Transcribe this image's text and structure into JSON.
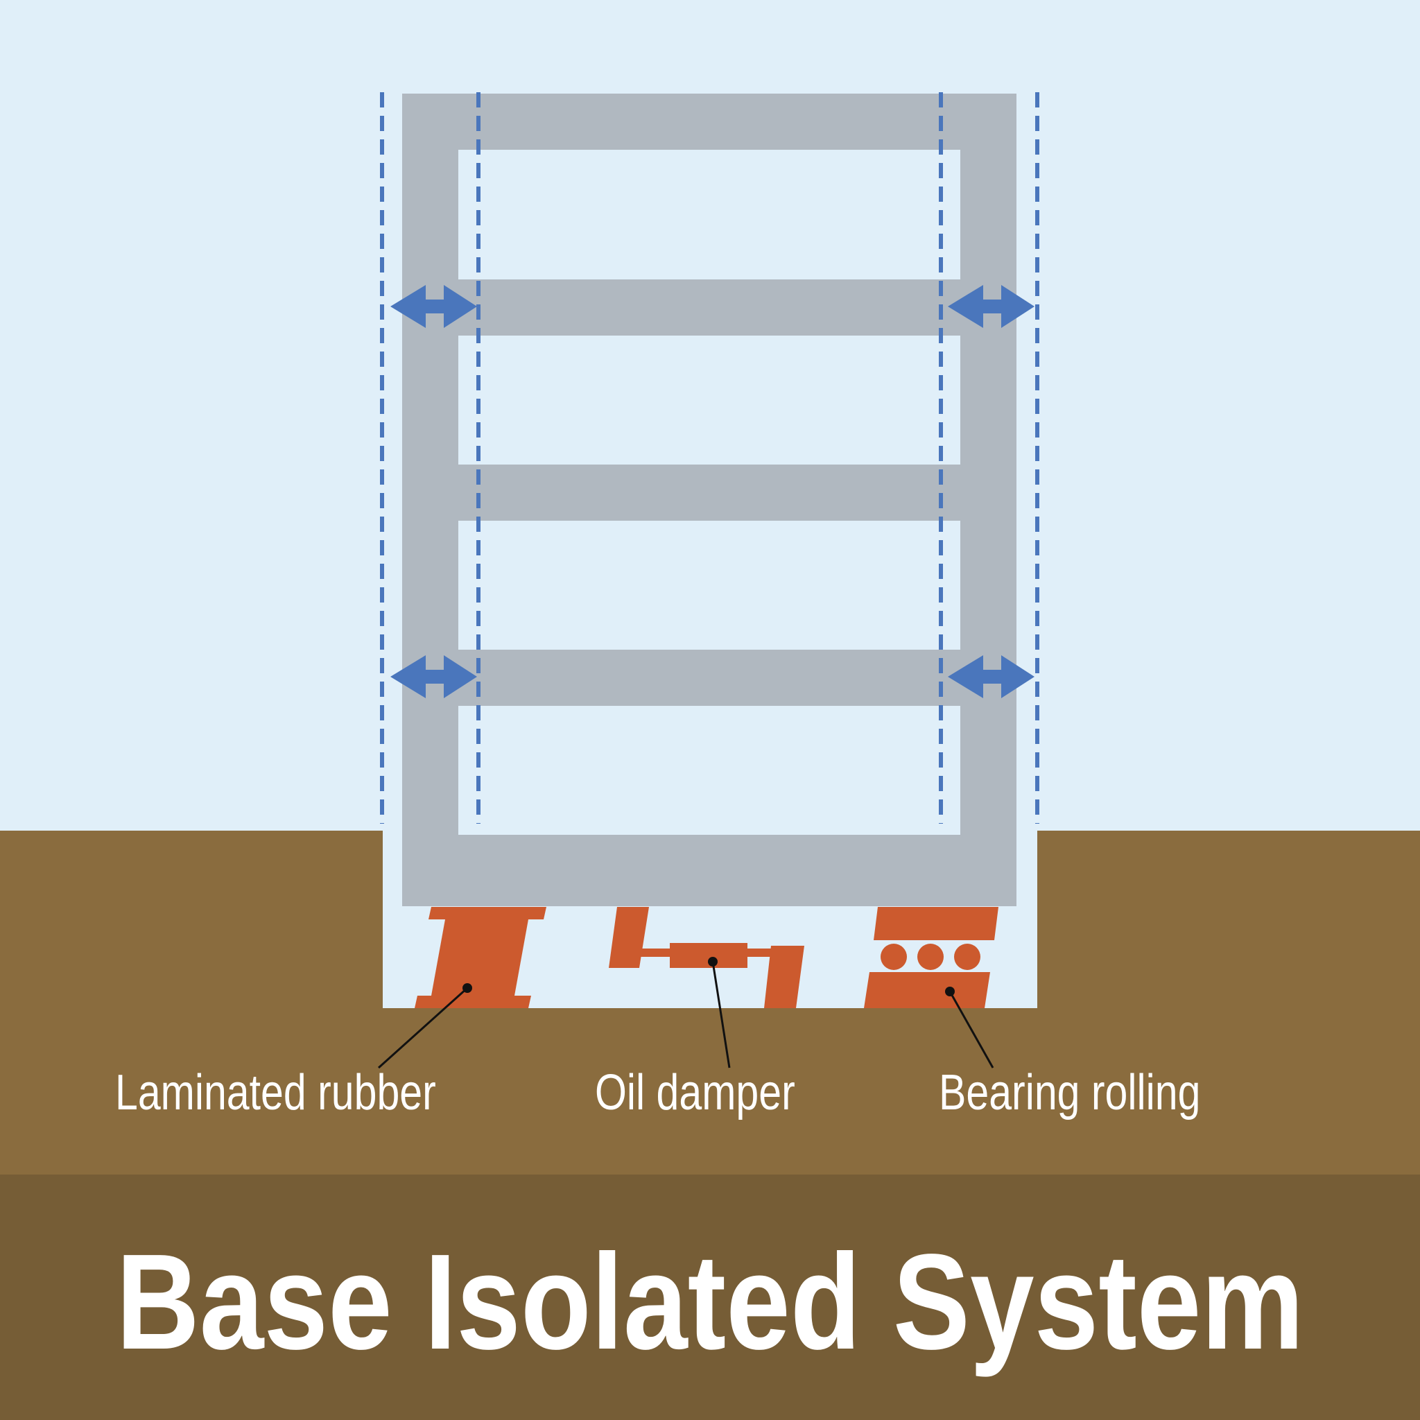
{
  "title": "Base Isolated System",
  "labels": {
    "laminated_rubber": "Laminated rubber",
    "oil_damper": "Oil damper",
    "bearing_rolling": "Bearing rolling"
  },
  "colors": {
    "sky": "#e0eff9",
    "ground": "#8a6c3e",
    "ground_dark": "#765d36",
    "building": "#b0b8c0",
    "isolator": "#cc5a2e",
    "arrow": "#4a76bc"
  },
  "icons": {
    "sway_arrow": "double-headed-arrow-icon"
  }
}
